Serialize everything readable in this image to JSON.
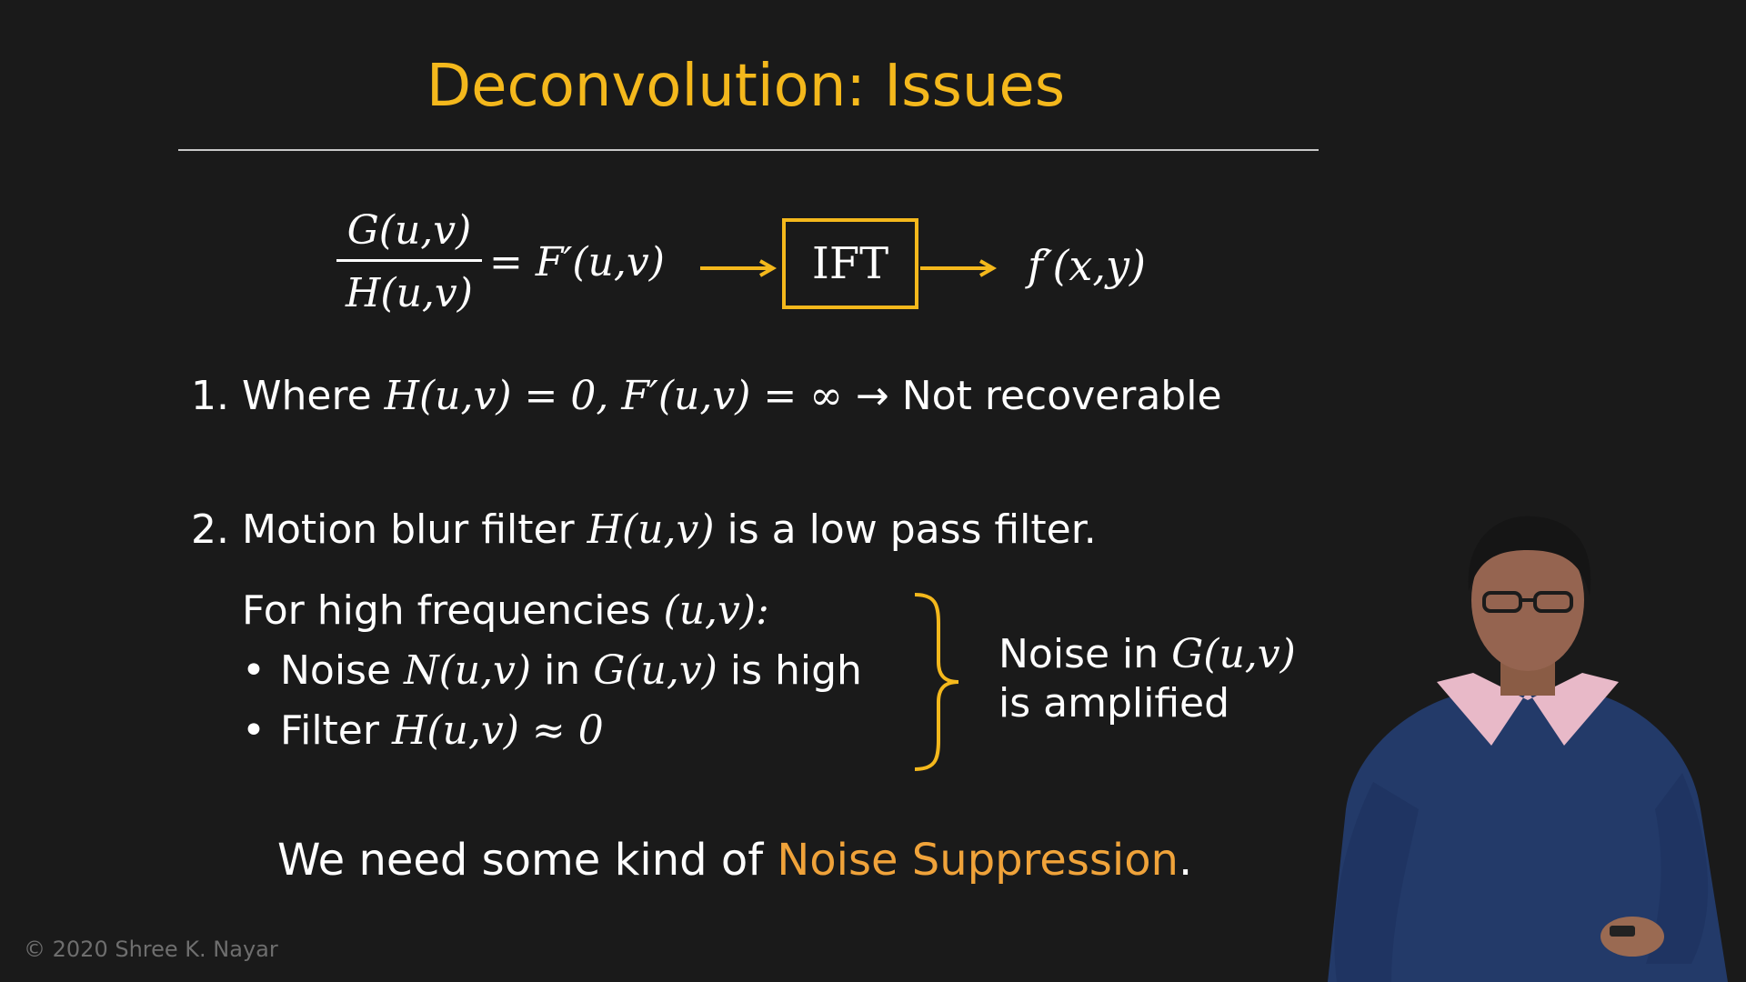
{
  "title": "Deconvolution: Issues",
  "equation": {
    "numerator": "G(u,v)",
    "denominator": "H(u,v)",
    "equals": "= F′(u,v)",
    "ift_label": "IFT",
    "output": "f′(x,y)"
  },
  "item1": {
    "number": "1.",
    "text_a": "Where",
    "math_a": "H(u,v) = 0,",
    "math_b": "F′(u,v) = ∞",
    "arrow": "→",
    "text_b": "Not recoverable"
  },
  "item2": {
    "number": "2.",
    "text_a": "Motion blur filter",
    "math_a": "H(u,v)",
    "text_b": "is a low pass filter."
  },
  "high_freq": {
    "intro": "For high frequencies",
    "intro_math": "(u,v):",
    "bullet1_a": "Noise",
    "bullet1_math_a": "N(u,v)",
    "bullet1_b": "in",
    "bullet1_math_b": "G(u,v)",
    "bullet1_c": "is high",
    "bullet2_a": "Filter",
    "bullet2_math": "H(u,v) ≈ 0",
    "bullet_symbol": "•"
  },
  "noise_amplified": {
    "line1_text": "Noise in",
    "line1_math": "G(u,v)",
    "line2": "is amplified"
  },
  "conclusion": {
    "text_a": "We need some kind of",
    "highlight": "Noise Suppression",
    "text_b": "."
  },
  "copyright": "© 2020 Shree K. Nayar",
  "colors": {
    "background": "#1a1a1a",
    "title": "#f4b81c",
    "accent": "#f4b81c",
    "highlight": "#f0a33a"
  }
}
